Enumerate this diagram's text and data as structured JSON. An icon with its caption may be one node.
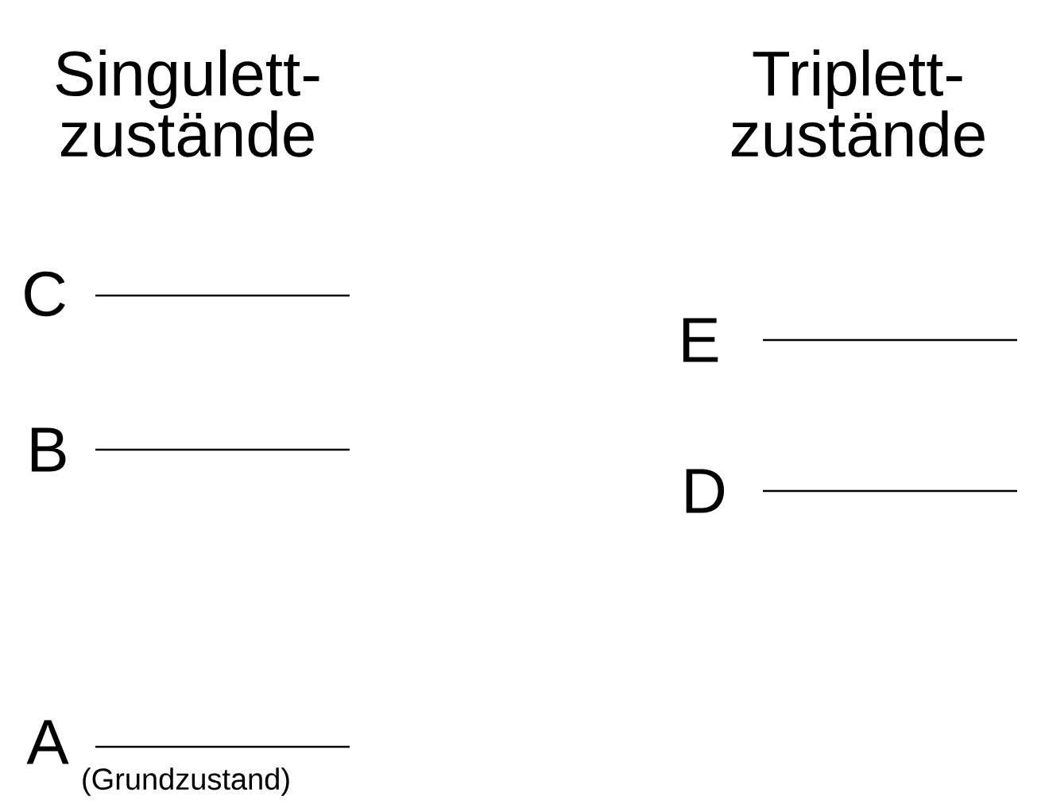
{
  "diagram": {
    "labels": [
      "Singulett-zustände",
      "Triplett-zustände",
      "C",
      "E",
      "B",
      "D",
      "A",
      "(Grundzustand)"
    ]
  }
}
